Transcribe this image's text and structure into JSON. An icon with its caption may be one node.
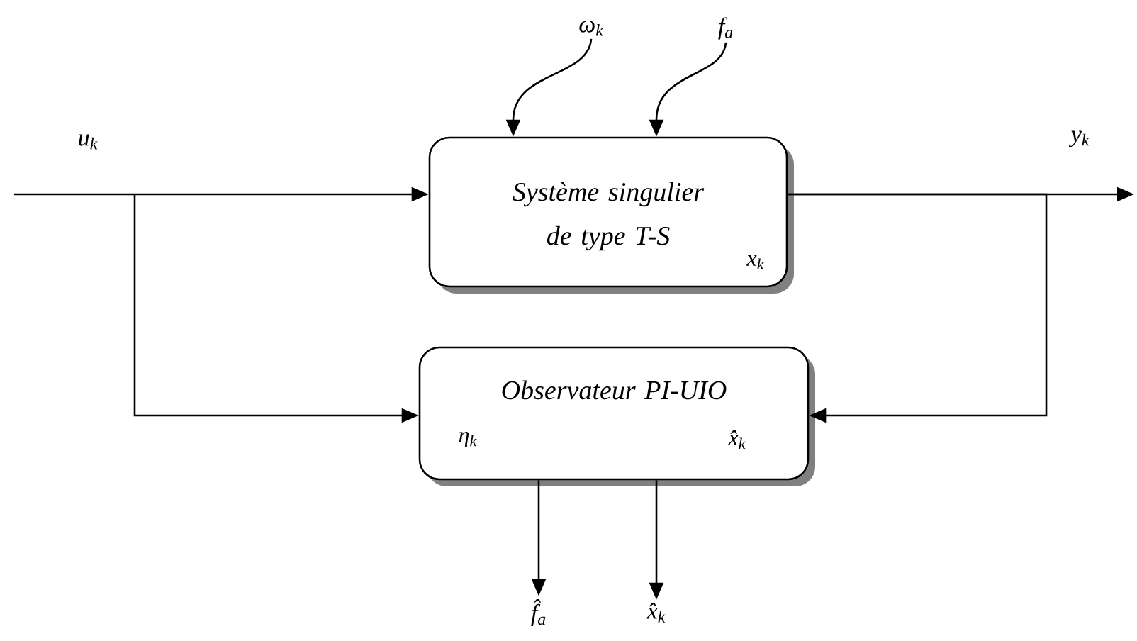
{
  "diagram": {
    "nodes": [
      {
        "text": [
          "Système singulier de type T-S",
          "x$_{k}$"
        ]
      },
      {
        "text": [
          "Observateur PI-UIO",
          "η$_{k}$",
          "x̂$_{k}$"
        ]
      },
      {
        "text": [
          "ω$_{k}$"
        ]
      },
      {
        "text": [
          "f$_{a}$"
        ]
      },
      {
        "text": [
          "f̂$_{a}$"
        ]
      },
      {
        "text": [
          "x̂$_{k}$"
        ]
      }
    ],
    "edges": [
      {
        "from": null,
        "to": 0,
        "arrow": "to",
        "label": "u$_{k}$"
      },
      {
        "from": null,
        "to": 1,
        "arrow": "to"
      },
      {
        "from": 0,
        "to": null,
        "arrow": "to",
        "label": "y$_{k}$"
      },
      {
        "from": 0,
        "to": 1,
        "arrow": "to"
      },
      {
        "from": 2,
        "to": 0,
        "arrow": "to"
      },
      {
        "from": 3,
        "to": 0,
        "arrow": "to"
      },
      {
        "from": 1,
        "to": 4,
        "arrow": "to"
      },
      {
        "from": 1,
        "to": 5,
        "arrow": "to"
      }
    ]
  }
}
